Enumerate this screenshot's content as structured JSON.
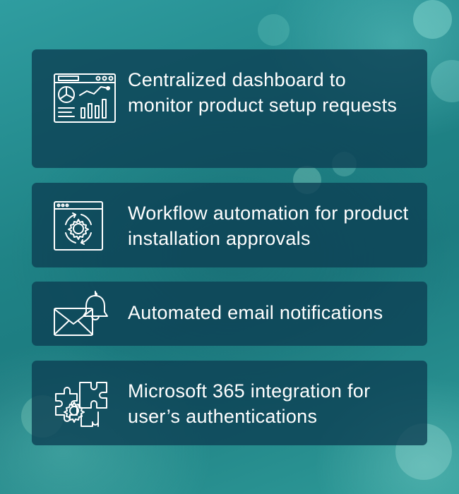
{
  "features": [
    {
      "icon": "dashboard-analytics-icon",
      "text": "Centralized dashboard to monitor product setup requests"
    },
    {
      "icon": "workflow-gear-icon",
      "text": "Workflow automation for product installation approvals"
    },
    {
      "icon": "email-bell-icon",
      "text": "Automated email notifications"
    },
    {
      "icon": "puzzle-gear-icon",
      "text": "Microsoft 365 integration for user’s authentications"
    }
  ],
  "colors": {
    "card": "#0d4054",
    "text": "#ffffff",
    "background": "#1f8386"
  }
}
